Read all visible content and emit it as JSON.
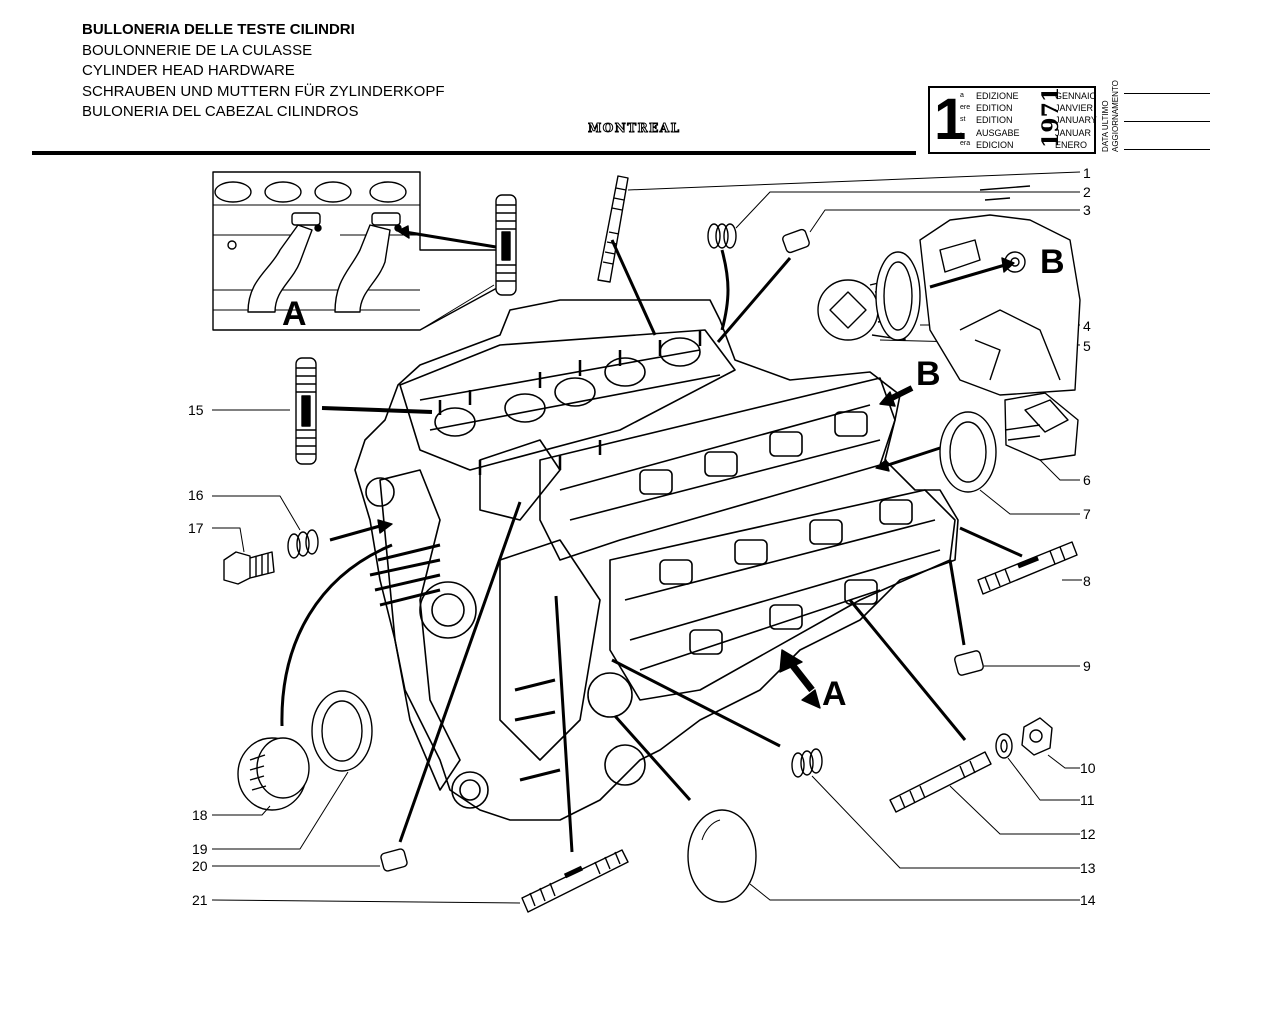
{
  "header": {
    "titles": [
      "BULLONERIA DELLE TESTE CILINDRI",
      "BOULONNERIE DE LA CULASSE",
      "CYLINDER HEAD HARDWARE",
      "SCHRAUBEN UND MUTTERN FÜR ZYLINDERKOPF",
      "BULONERIA DEL CABEZAL CILINDROS"
    ],
    "model_logo": "MONTREAL"
  },
  "edition": {
    "number": "1",
    "suffixes": [
      "a",
      "ere",
      "st",
      ".",
      "era"
    ],
    "words": [
      "EDIZIONE",
      "EDITION",
      "EDITION",
      "AUSGABE",
      "EDICION"
    ],
    "year": "1971",
    "months": [
      "GENNAIO",
      "JANVIER",
      "JANUARY",
      "JANUAR",
      "ENERO"
    ],
    "update_label": [
      "DATA ULTIMO",
      "AGGIORNAMENTO"
    ]
  },
  "detail_letters": {
    "inset": "A",
    "b_upper": "B",
    "b_arrow": "B",
    "a_arrow": "A"
  },
  "callouts_right": [
    "1",
    "2",
    "3",
    "4",
    "5",
    "6",
    "7",
    "8",
    "9",
    "10",
    "11",
    "12",
    "13",
    "14"
  ],
  "callouts_left": [
    "15",
    "16",
    "17",
    "18",
    "19",
    "20",
    "21"
  ],
  "colors": {
    "ink": "#000000",
    "paper": "#ffffff"
  }
}
